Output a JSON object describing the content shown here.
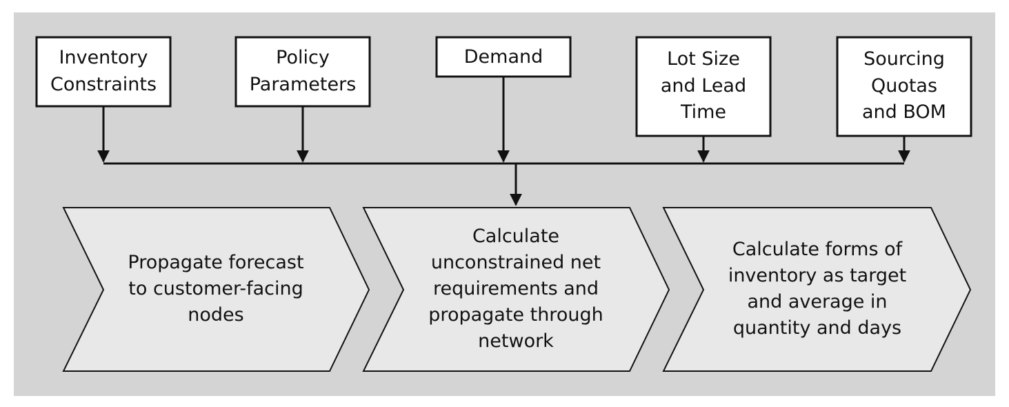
{
  "colors": {
    "panel": "#d4d4d4",
    "box_fill": "#ffffff",
    "chevron_fill": "#e8e8e8",
    "stroke": "#111111"
  },
  "inputs": [
    {
      "id": "inventory-constraints",
      "lines": [
        "Inventory",
        "Constraints"
      ]
    },
    {
      "id": "policy-parameters",
      "lines": [
        "Policy",
        "Parameters"
      ]
    },
    {
      "id": "demand",
      "lines": [
        "Demand"
      ]
    },
    {
      "id": "lot-size-lead-time",
      "lines": [
        "Lot Size",
        "and Lead",
        "Time"
      ]
    },
    {
      "id": "sourcing-quotas-bom",
      "lines": [
        "Sourcing",
        "Quotas",
        "and BOM"
      ]
    }
  ],
  "steps": [
    {
      "id": "propagate-forecast",
      "lines": [
        "Propagate forecast",
        "to customer-facing",
        "nodes"
      ]
    },
    {
      "id": "calculate-net-requirements",
      "lines": [
        "Calculate",
        "unconstrained net",
        "requirements and",
        "propagate through",
        "network"
      ]
    },
    {
      "id": "calculate-inventory-forms",
      "lines": [
        "Calculate forms of",
        "inventory as target",
        "and average in",
        "quantity and days"
      ]
    }
  ]
}
